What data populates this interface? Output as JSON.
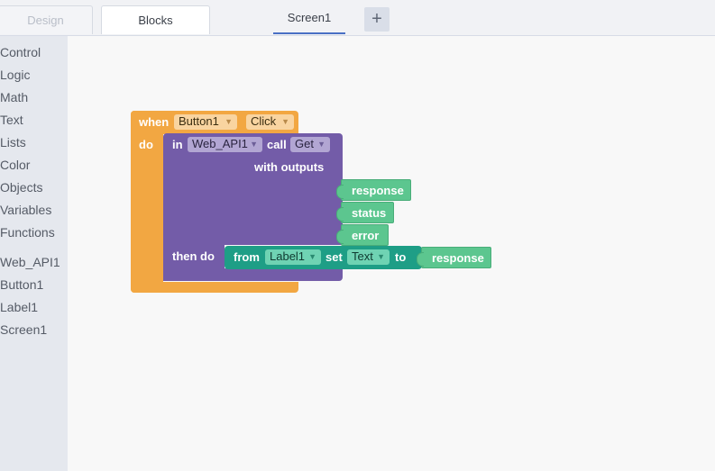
{
  "tabs": {
    "design": "Design",
    "blocks": "Blocks"
  },
  "screen": {
    "tab": "Screen1",
    "add": "+"
  },
  "sidebar": {
    "builtin": [
      "Control",
      "Logic",
      "Math",
      "Text",
      "Lists",
      "Color",
      "Objects",
      "Variables",
      "Functions"
    ],
    "components": [
      "Web_API1",
      "Button1",
      "Label1",
      "Screen1"
    ]
  },
  "blocks": {
    "event": {
      "when": "when",
      "component": "Button1",
      "event_name": "Click",
      "do": "do"
    },
    "call": {
      "in": "in",
      "component": "Web_API1",
      "call": "call",
      "method": "Get",
      "with_outputs": "with outputs",
      "outputs": [
        "response",
        "status",
        "error"
      ],
      "then_do": "then do"
    },
    "setter": {
      "from": "from",
      "component": "Label1",
      "set": "set",
      "property": "Text",
      "to": "to",
      "value": "response"
    }
  },
  "colors": {
    "event_block": "#f2a742",
    "call_block": "#735ca8",
    "setter_block": "#1e9e86",
    "param_block": "#5cc68f",
    "tab_active_underline": "#4a70c4"
  }
}
